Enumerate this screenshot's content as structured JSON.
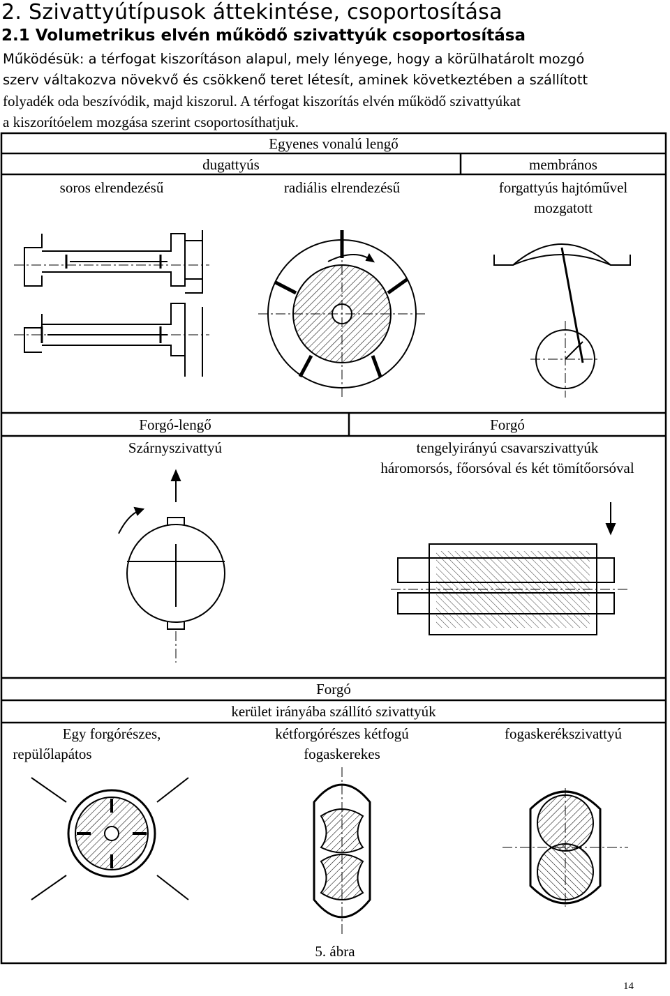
{
  "heading": "2. Szivattyútípusok áttekintése, csoportosítása",
  "subheading": "2.1 Volumetrikus elvén működő szivattyúk csoportosítása",
  "intro": [
    "Működésük: a térfogat kiszorításon alapul, mely lényege, hogy a körülhatárolt mozgó",
    "szerv váltakozva növekvő és csökkenő teret létesít, aminek következtében a szállított",
    "folyadék oda beszívódik, majd kiszorul. A térfogat kiszorítás elvén működő szivattyúkat",
    "a kiszorítóelem mozgása szerint csoportosíthatjuk."
  ],
  "table": {
    "row1": {
      "title": "Egyenes vonalú lengő",
      "dugattyus": "dugattyús",
      "membranos": "membrános",
      "soros": "soros elrendezésű",
      "radialis": "radiális elrendezésű",
      "forgattyus_1": "forgattyús hajtóművel",
      "forgattyus_2": "mozgatott"
    },
    "row2": {
      "forgo_lengo": "Forgó-lengő",
      "szarny": "Szárnyszivattyú",
      "forgo": "Forgó",
      "tengely": "tengelyirányú csavarszivattyúk",
      "haromorsos": "háromorsós, főorsóval és két tömítőorsóval"
    },
    "row3": {
      "forgo": "Forgó",
      "kerulet": "kerület irányába szállító szivattyúk",
      "egy_1": "Egy forgórészes,",
      "egy_2": "repülőlapátos",
      "ket_1": "kétforgórészes kétfogú",
      "ket_2": "fogaskerekes",
      "fogaskerek": "fogaskerékszivattyú"
    }
  },
  "caption": "5. ábra",
  "page_number": "14"
}
